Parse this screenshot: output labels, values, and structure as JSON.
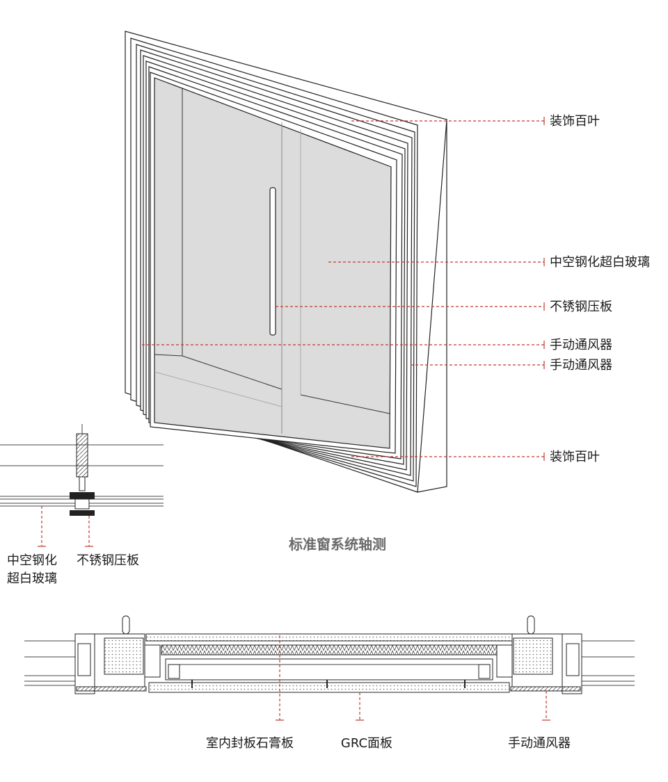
{
  "axon": {
    "title": "标准窗系统轴测",
    "callouts": {
      "louver_top": "装饰百叶",
      "glass": "中空钢化超白玻璃",
      "pressplate": "不锈钢压板",
      "vent1": "手动通风器",
      "vent2": "手动通风器",
      "louver_bottom": "装饰百叶"
    }
  },
  "detail": {
    "glass_line1": "中空钢化",
    "glass_line2": "超白玻璃",
    "pressplate": "不锈钢压板"
  },
  "section": {
    "gypsum": "室内封板石膏板",
    "grc": "GRC面板",
    "vent": "手动通风器"
  },
  "colors": {
    "leader": "#c0392b",
    "glass": "#dcdcdc",
    "title": "#6a6a6a"
  }
}
